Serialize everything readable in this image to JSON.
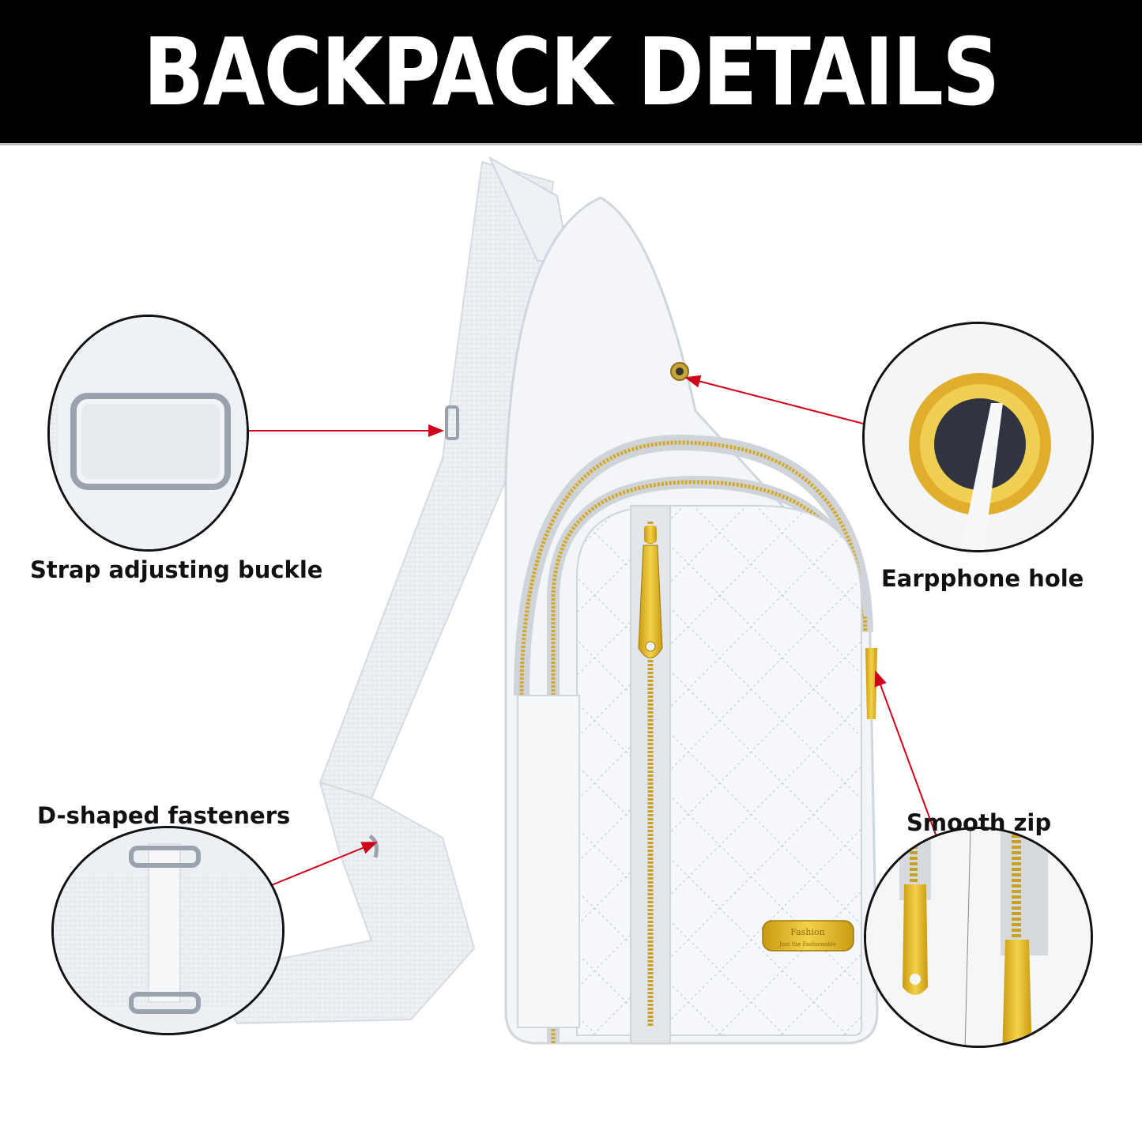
{
  "header": {
    "title": "BACKPACK DETAILS"
  },
  "callouts": [
    {
      "id": "strap-buckle",
      "label": "Strap adjusting buckle"
    },
    {
      "id": "earphone-hole",
      "label": "Earpphone hole"
    },
    {
      "id": "d-fasteners",
      "label": "D-shaped fasteners"
    },
    {
      "id": "smooth-zip",
      "label": "Smooth zip"
    }
  ],
  "product": {
    "badge_line1": "Fashion",
    "badge_line2": "Just the Fashionable"
  },
  "colors": {
    "banner": "#000000",
    "arrow": "#d0021b",
    "gold": "#e2b21c",
    "bag": "#f3f5f8",
    "strap": "#e9ecf1"
  }
}
